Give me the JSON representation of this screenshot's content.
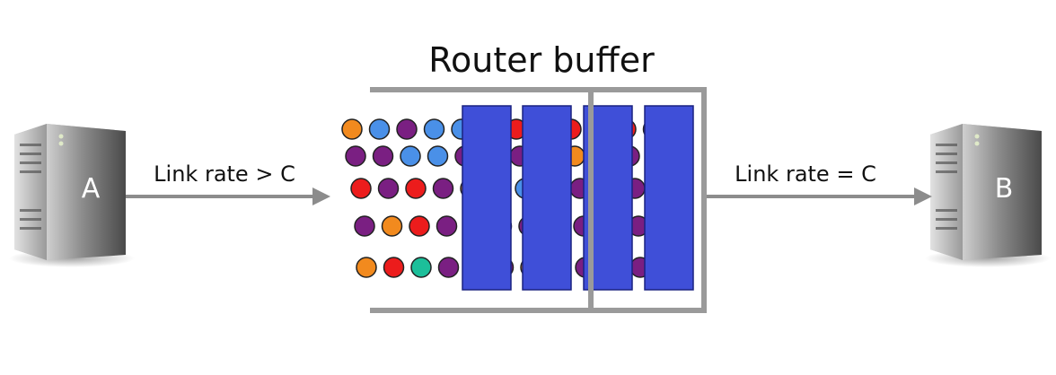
{
  "title": "Router buffer",
  "host_a": {
    "label": "A"
  },
  "host_b": {
    "label": "B"
  },
  "link_in": {
    "label": "Link rate > C"
  },
  "link_out": {
    "label": "Link rate = C"
  },
  "colors": {
    "orange": "#f28a1e",
    "blue": "#4a90e8",
    "purple": "#7a1f82",
    "red": "#ec1c1c",
    "teal": "#1cbf9a",
    "block": "#3f4fd8",
    "wall": "#9a9a9a",
    "arrow": "#8c8c8c"
  },
  "buffer_blocks": 4,
  "packet_rows": [
    [
      "orange",
      "blue",
      "purple",
      "blue",
      "blue",
      "purple",
      "red",
      "orange",
      "red",
      "purple",
      "red",
      "purple",
      "purple"
    ],
    [
      "purple",
      "purple",
      "blue",
      "blue",
      "purple",
      "purple",
      "purple",
      "purple",
      "orange",
      "purple",
      "purple",
      "purple"
    ],
    [
      "red",
      "purple",
      "red",
      "purple",
      "orange",
      "purple",
      "blue",
      "purple",
      "purple",
      "purple",
      "purple"
    ],
    [
      "purple",
      "orange",
      "red",
      "purple",
      "red",
      "red",
      "purple",
      "orange",
      "purple",
      "red",
      "purple",
      "purple"
    ],
    [
      "orange",
      "red",
      "teal",
      "purple",
      "teal",
      "purple",
      "orange",
      "purple",
      "purple",
      "purple",
      "purple"
    ]
  ]
}
